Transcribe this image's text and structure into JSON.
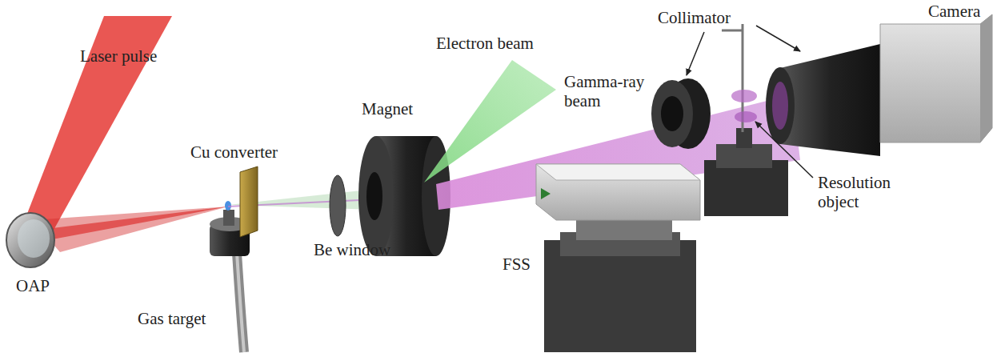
{
  "diagram": {
    "labels": [
      "Camera",
      "Collimator",
      "Electron beam",
      "Gamma-ray beam",
      "Laser pulse",
      "Magnet",
      "Cu converter",
      "Resolution object",
      "Be window",
      "OAP",
      "FSS",
      "Gas target"
    ]
  }
}
